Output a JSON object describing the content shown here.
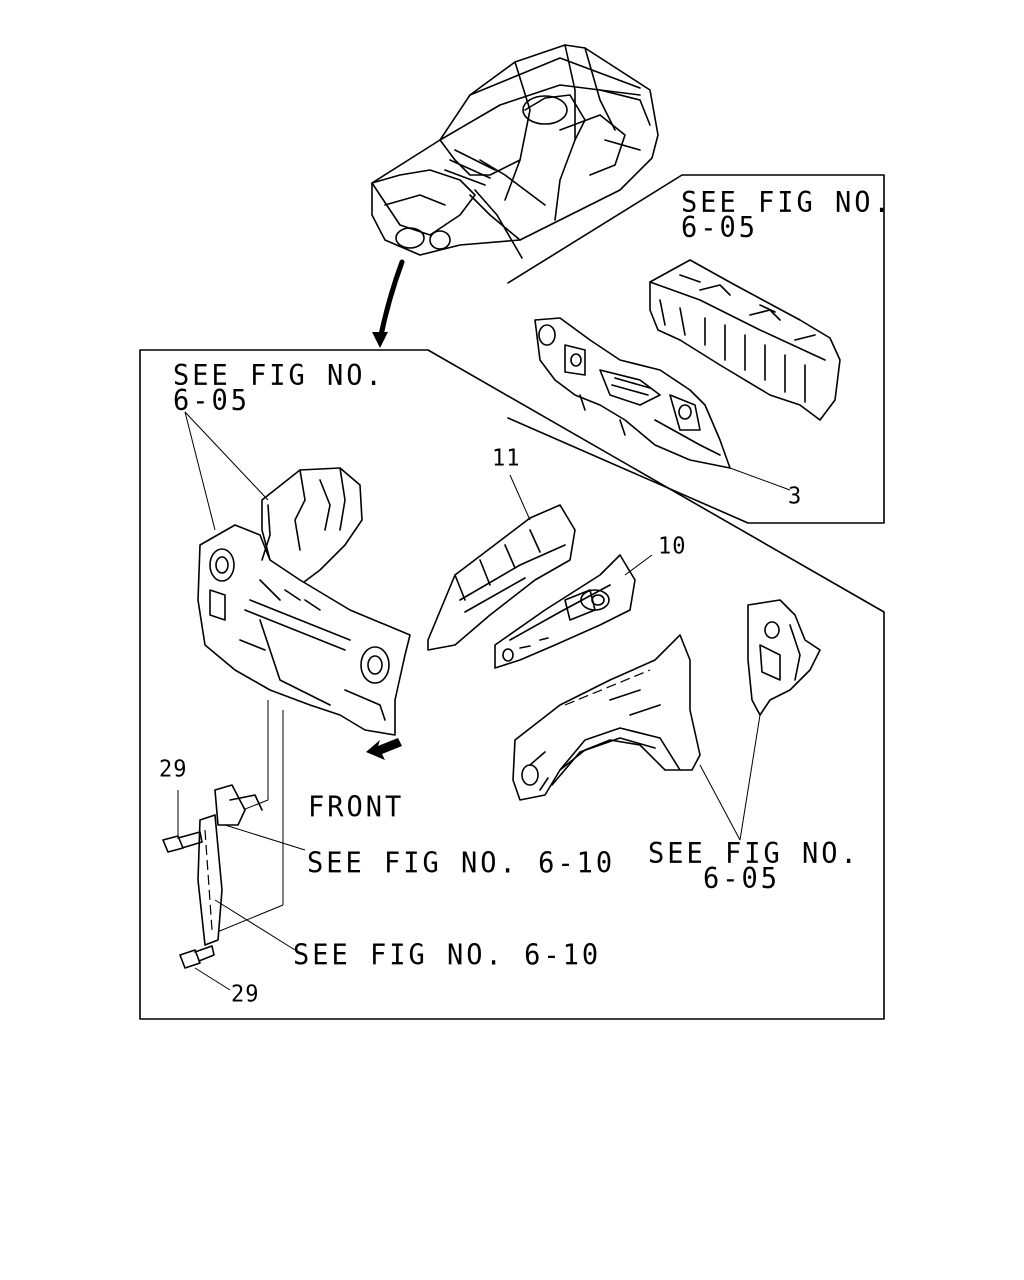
{
  "callouts": {
    "see_fig_top_right": {
      "line1": "SEE FIG NO.",
      "line2": "6-05"
    },
    "see_fig_top_left": {
      "line1": "SEE FIG NO.",
      "line2": "6-05"
    },
    "see_fig_bottom_right": {
      "line1": "SEE FIG NO.",
      "line2": "6-05"
    },
    "see_fig_upper": "SEE FIG NO. 6-10",
    "see_fig_lower": "SEE FIG NO. 6-10"
  },
  "part_numbers": {
    "p3": "3",
    "p10": "10",
    "p11": "11",
    "p29_top": "29",
    "p29_bottom": "29"
  },
  "direction_label": "FRONT",
  "colors": {
    "line": "#000000",
    "background": "#ffffff"
  }
}
